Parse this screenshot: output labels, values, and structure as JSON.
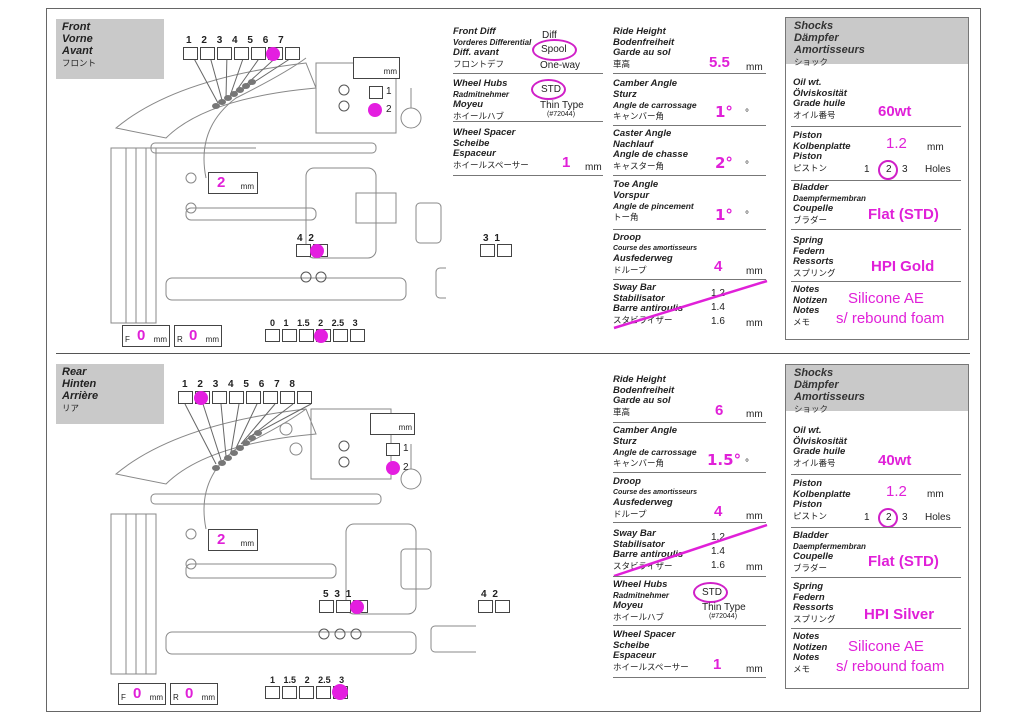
{
  "front": {
    "header": {
      "l1": "Front",
      "l2": "Vorne",
      "l3": "Avant",
      "l4": "フロント"
    },
    "diff": {
      "l1": "Front Diff",
      "l2": "Vorderes Differential",
      "l3": "Diff. avant",
      "l4": "フロントデフ",
      "opt1": "Diff",
      "opt2": "Spool",
      "opt3": "One-way"
    },
    "hubs": {
      "l1": "Wheel Hubs",
      "l2": "Radmitnehmer",
      "l3": "Moyeu",
      "l4": "ホイールハブ",
      "opt1": "STD",
      "opt2": "Thin Type",
      "opt3": "(#72044)"
    },
    "spacer": {
      "l1": "Wheel Spacer",
      "l2": "Scheibe",
      "l3": "Espaceur",
      "l4": "ホイールスペーサー",
      "value": "1",
      "unit": "mm"
    },
    "ride": {
      "l1": "Ride Height",
      "l2": "Bodenfreiheit",
      "l3": "Garde au sol",
      "l4": "車高",
      "value": "5.5",
      "unit": "mm"
    },
    "camber": {
      "l1": "Camber Angle",
      "l2": "Sturz",
      "l3": "Angle de carrossage",
      "l4": "キャンバー角",
      "value": "1°",
      "unit": "°"
    },
    "caster": {
      "l1": "Caster Angle",
      "l2": "Nachlauf",
      "l3": "Angle de chasse",
      "l4": "キャスター角",
      "value": "2°",
      "unit": "°"
    },
    "toe": {
      "l1": "Toe Angle",
      "l2": "Vorspur",
      "l3": "Angle de pincement",
      "l4": "トー角",
      "value": "1°",
      "unit": "°"
    },
    "droop": {
      "l1": "Droop",
      "l2": "Course des amortisseurs",
      "l3": "Ausfederweg",
      "l4": "ドループ",
      "value": "4",
      "unit": "mm"
    },
    "sway": {
      "l1": "Sway Bar",
      "l2": "Stabilisator",
      "l3": "Barre antiroulis",
      "l4": "スタビライザー",
      "o1": "1.2",
      "o2": "1.4",
      "o3": "1.6",
      "unit": "mm"
    },
    "shocks": {
      "title1": "Shocks",
      "title2": "Dämpfer",
      "title3": "Amortisseurs",
      "title4": "ショック",
      "oil": {
        "l1": "Oil wt.",
        "l2": "Ölviskosität",
        "l3": "Grade huile",
        "l4": "オイル番号",
        "value": "60wt"
      },
      "piston": {
        "l1": "Piston",
        "l2": "Kolbenplatte",
        "l3": "Piston",
        "l4": "ピストン",
        "value": "1.2",
        "unit": "mm",
        "h1": "1",
        "h2": "2",
        "h3": "3",
        "holes": "Holes"
      },
      "bladder": {
        "l1": "Bladder",
        "l2": "Daempfermembran",
        "l3": "Coupelle",
        "l4": "ブラダー",
        "value": "Flat (STD)"
      },
      "spring": {
        "l1": "Spring",
        "l2": "Federn",
        "l3": "Ressorts",
        "l4": "スプリング",
        "value": "HPI Gold"
      },
      "notes": {
        "l1": "Notes",
        "l2": "Notizen",
        "l3": "Notes",
        "l4": "メモ",
        "v1": "Silicone AE",
        "v2": "s/ rebound foam"
      }
    },
    "diagram": {
      "top_nums": [
        "1",
        "2",
        "3",
        "4",
        "5",
        "6",
        "7"
      ],
      "mm_label": "mm",
      "hole1": "1",
      "hole2": "2",
      "spacer_val": "2",
      "spacer_unit": "mm",
      "arm_nums": [
        "4",
        "2"
      ],
      "right_nums": [
        "3",
        "1"
      ],
      "bottom_nums": [
        "0",
        "1",
        "1.5",
        "2",
        "2.5",
        "3"
      ],
      "f_label": "F",
      "f_val": "0",
      "f_unit": "mm",
      "r_label": "R",
      "r_val": "0",
      "r_unit": "mm"
    }
  },
  "rear": {
    "header": {
      "l1": "Rear",
      "l2": "Hinten",
      "l3": "Arrière",
      "l4": "リア"
    },
    "ride": {
      "l1": "Ride Height",
      "l2": "Bodenfreiheit",
      "l3": "Garde au sol",
      "l4": "車高",
      "value": "6",
      "unit": "mm"
    },
    "camber": {
      "l1": "Camber Angle",
      "l2": "Sturz",
      "l3": "Angle de carrossage",
      "l4": "キャンバー角",
      "value": "1.5°",
      "unit": "°"
    },
    "droop": {
      "l1": "Droop",
      "l2": "Course des amortisseurs",
      "l3": "Ausfederweg",
      "l4": "ドループ",
      "value": "4",
      "unit": "mm"
    },
    "sway": {
      "l1": "Sway Bar",
      "l2": "Stabilisator",
      "l3": "Barre antiroulis",
      "l4": "スタビライザー",
      "o1": "1.2",
      "o2": "1.4",
      "o3": "1.6",
      "unit": "mm"
    },
    "hubs": {
      "l1": "Wheel Hubs",
      "l2": "Radmitnehmer",
      "l3": "Moyeu",
      "l4": "ホイールハブ",
      "opt1": "STD",
      "opt2": "Thin Type",
      "opt3": "(#72044)"
    },
    "spacer": {
      "l1": "Wheel Spacer",
      "l2": "Scheibe",
      "l3": "Espaceur",
      "l4": "ホイールスペーサー",
      "value": "1",
      "unit": "mm"
    },
    "shocks": {
      "title1": "Shocks",
      "title2": "Dämpfer",
      "title3": "Amortisseurs",
      "title4": "ショック",
      "oil": {
        "l1": "Oil wt.",
        "l2": "Ölviskosität",
        "l3": "Grade huile",
        "l4": "オイル番号",
        "value": "40wt"
      },
      "piston": {
        "l1": "Piston",
        "l2": "Kolbenplatte",
        "l3": "Piston",
        "l4": "ピストン",
        "value": "1.2",
        "unit": "mm",
        "h1": "1",
        "h2": "2",
        "h3": "3",
        "holes": "Holes"
      },
      "bladder": {
        "l1": "Bladder",
        "l2": "Daempfermembran",
        "l3": "Coupelle",
        "l4": "ブラダー",
        "value": "Flat (STD)"
      },
      "spring": {
        "l1": "Spring",
        "l2": "Federn",
        "l3": "Ressorts",
        "l4": "スプリング",
        "value": "HPI Silver"
      },
      "notes": {
        "l1": "Notes",
        "l2": "Notizen",
        "l3": "Notes",
        "l4": "メモ",
        "v1": "Silicone AE",
        "v2": "s/ rebound foam"
      }
    },
    "diagram": {
      "top_nums": [
        "1",
        "2",
        "3",
        "4",
        "5",
        "6",
        "7",
        "8"
      ],
      "mm_label": "mm",
      "hole1": "1",
      "hole2": "2",
      "spacer_val": "2",
      "spacer_unit": "mm",
      "arm_nums": [
        "5",
        "3",
        "1"
      ],
      "right_nums": [
        "4",
        "2"
      ],
      "bottom_nums": [
        "1",
        "1.5",
        "2",
        "2.5",
        "3"
      ],
      "f_label": "F",
      "f_val": "0",
      "f_unit": "mm",
      "r_label": "R",
      "r_val": "0",
      "r_unit": "mm"
    }
  }
}
